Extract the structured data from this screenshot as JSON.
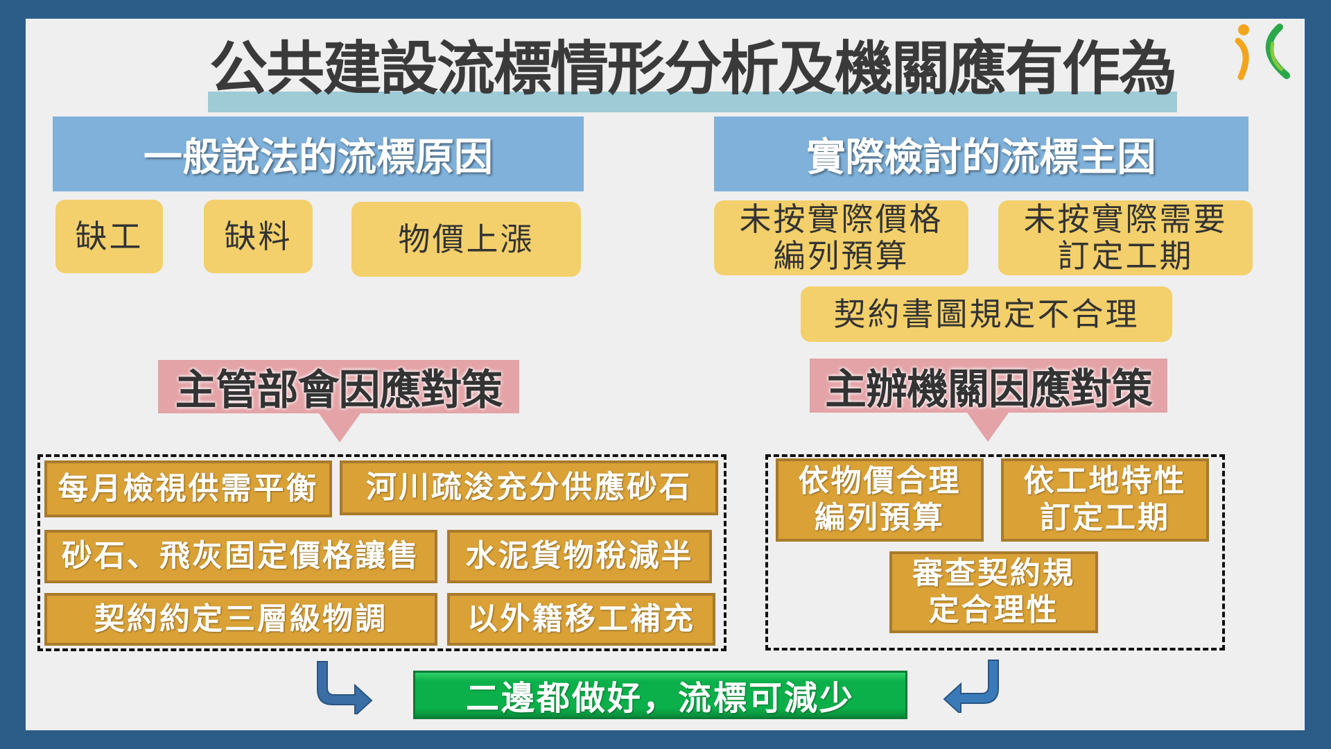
{
  "title": "公共建設流標情形分析及機關應有作為",
  "left": {
    "header": "一般說法的流標原因",
    "reasons": [
      "缺工",
      "缺料",
      "物價上漲"
    ],
    "label": "主管部會因應對策",
    "measures": [
      "每月檢視供需平衡",
      "河川疏浚充分供應砂石",
      "砂石、飛灰固定價格讓售",
      "水泥貨物稅減半",
      "契約約定三層級物調",
      "以外籍移工補充"
    ]
  },
  "right": {
    "header": "實際檢討的流標主因",
    "reasons": [
      {
        "line1": "未按實際價格",
        "line2": "編列預算"
      },
      {
        "line1": "未按實際需要",
        "line2": "訂定工期"
      },
      {
        "line1": "契約書圖規定不合理",
        "line2": ""
      }
    ],
    "label": "主辦機關因應對策",
    "measures": [
      {
        "line1": "依物價合理",
        "line2": "編列預算"
      },
      {
        "line1": "依工地特性",
        "line2": "訂定工期"
      },
      {
        "line1": "審查契約規",
        "line2": "定合理性"
      }
    ]
  },
  "conclusion": "二邊都做好，流標可減少",
  "colors": {
    "frame": "#2b5d88",
    "header": "#7fb1da",
    "reason": "#f3d06b",
    "label": "#e3a3a7",
    "measure": "#d9a136",
    "conclusion": "#0bb04a"
  }
}
